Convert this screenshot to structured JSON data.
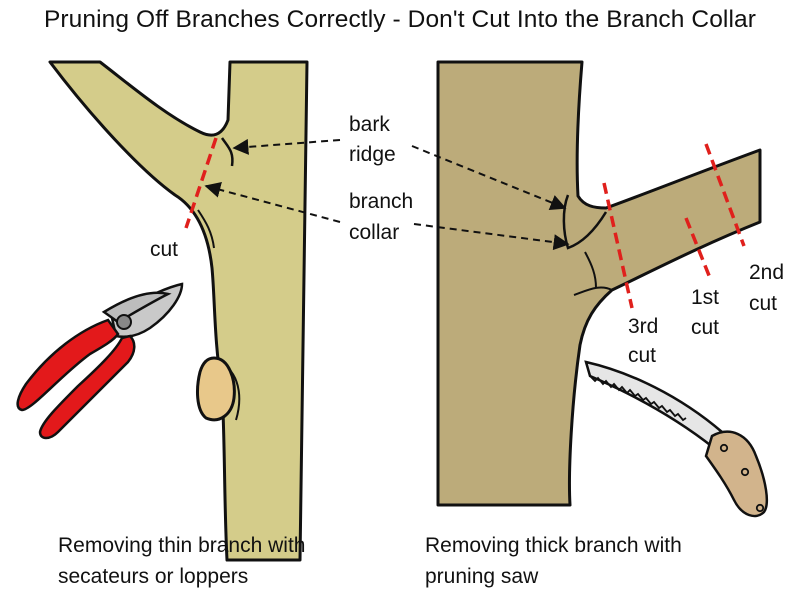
{
  "title": "Pruning Off Branches  Correctly - Don't Cut Into the Branch Collar",
  "labels": {
    "bark_line1": "bark",
    "bark_line2": "ridge",
    "collar_line1": "branch",
    "collar_line2": "collar",
    "cut": "cut",
    "first_cut_line1": "1st",
    "first_cut_line2": "cut",
    "second_cut_line1": "2nd",
    "second_cut_line2": "cut",
    "third_cut_line1": "3rd",
    "third_cut_line2": "cut"
  },
  "captions": {
    "left_line1": "Removing thin branch with",
    "left_line2": "secateurs or loppers",
    "right_line1": "Removing thick branch with",
    "right_line2": "pruning saw"
  },
  "colors": {
    "thin_wood": "#d4cc8a",
    "thick_wood": "#bcab7a",
    "knot": "#e8c88a",
    "cut_line": "#e0201c",
    "secateur_handle": "#e3191b",
    "blade": "#c9c9c9",
    "saw_handle": "#d2b48c"
  },
  "icons": {
    "secateurs": "secateurs-icon",
    "saw": "pruning-saw-icon"
  }
}
